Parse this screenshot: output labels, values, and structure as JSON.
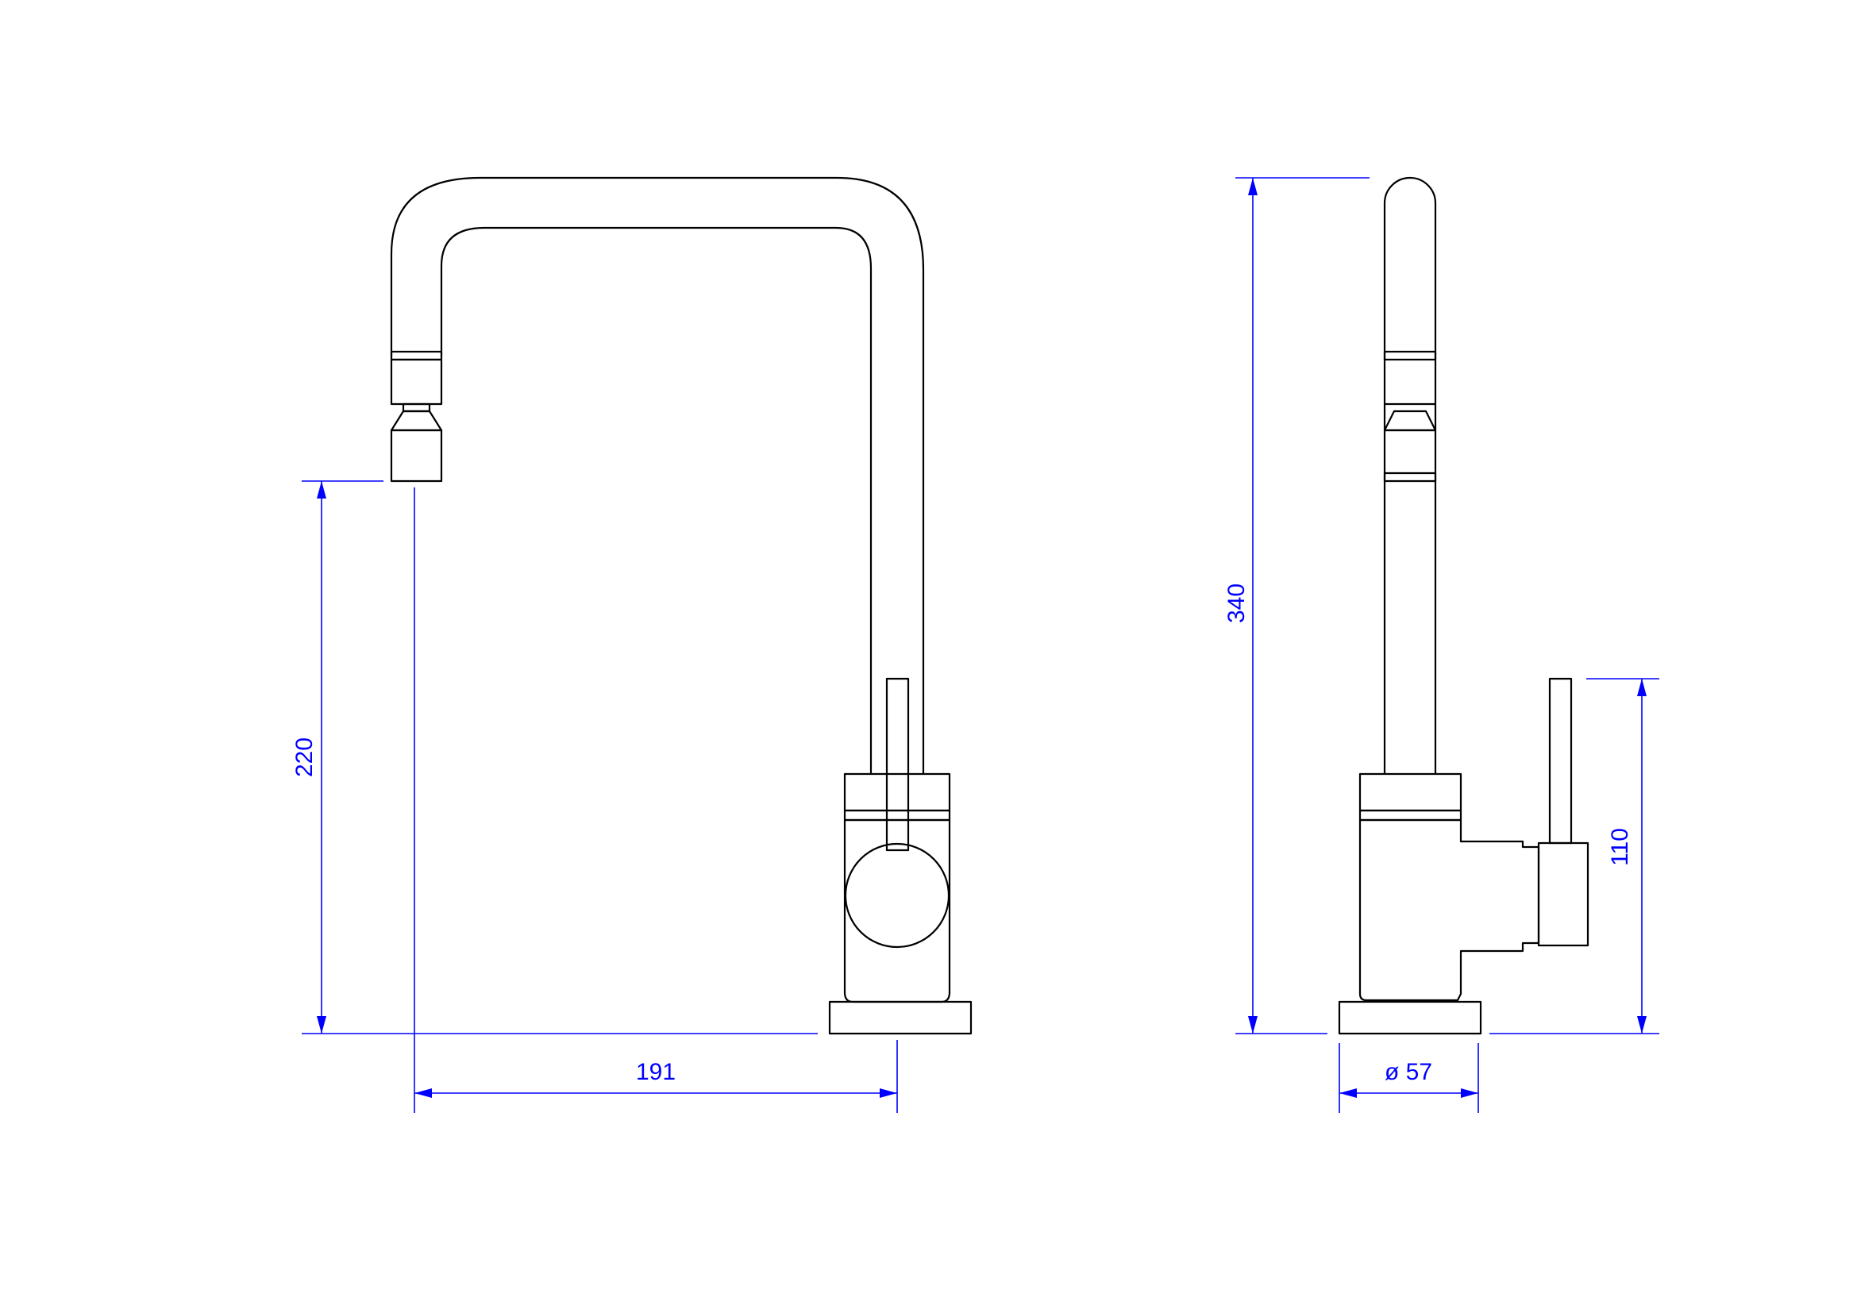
{
  "dimensions": {
    "spout_height": "220",
    "spout_reach": "191",
    "total_height": "340",
    "base_diameter": "ø 57",
    "lever_height": "110"
  },
  "colors": {
    "outline": "#000000",
    "dimension": "#0000ff",
    "background": "#ffffff"
  }
}
